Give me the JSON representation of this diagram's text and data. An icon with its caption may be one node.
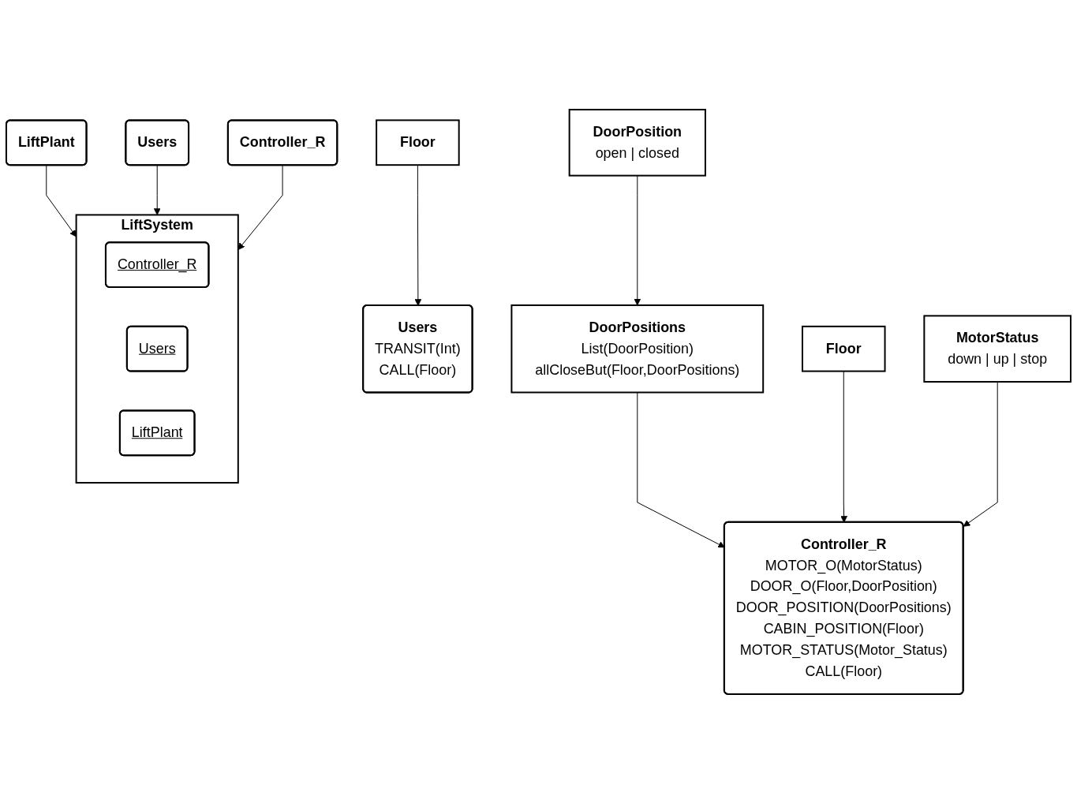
{
  "diagram": {
    "nodes": [
      {
        "text": [
          "LiftPlant"
        ]
      },
      {
        "text": [
          "Users"
        ]
      },
      {
        "text": [
          "Controller_R"
        ]
      },
      {
        "text": [
          "LiftSystem"
        ]
      },
      {
        "text": [
          "Controller_R"
        ],
        "in": 3
      },
      {
        "text": [
          "Users"
        ],
        "in": 3
      },
      {
        "text": [
          "LiftPlant"
        ],
        "in": 3
      },
      {
        "text": [
          "Floor"
        ]
      },
      {
        "text": [
          "Users",
          "TRANSIT(Int)",
          "CALL(Floor)"
        ]
      },
      {
        "text": [
          "DoorPosition",
          "open | closed"
        ]
      },
      {
        "text": [
          "DoorPositions",
          "List(DoorPosition)",
          "allCloseBut(Floor,DoorPositions)"
        ]
      },
      {
        "text": [
          "Floor"
        ]
      },
      {
        "text": [
          "Controller_R",
          "MOTOR_O(MotorStatus)",
          "DOOR_O(Floor,DoorPosition)",
          "DOOR_POSITION(DoorPositions)",
          "CABIN_POSITION(Floor)",
          "MOTOR_STATUS(Motor_Status)",
          "CALL(Floor)"
        ]
      },
      {
        "text": [
          "MotorStatus",
          "down | up | stop"
        ]
      }
    ],
    "edges": [
      {
        "from": 0,
        "to": 3,
        "arrow": "to"
      },
      {
        "from": 1,
        "to": 3,
        "arrow": "to"
      },
      {
        "from": 2,
        "to": 3,
        "arrow": "to"
      },
      {
        "from": 7,
        "to": 8,
        "arrow": "to"
      },
      {
        "from": 9,
        "to": 10,
        "arrow": "to"
      },
      {
        "from": 10,
        "to": 12,
        "arrow": "to"
      },
      {
        "from": 11,
        "to": 12,
        "arrow": "to"
      },
      {
        "from": 13,
        "to": 12,
        "arrow": "to"
      }
    ]
  }
}
